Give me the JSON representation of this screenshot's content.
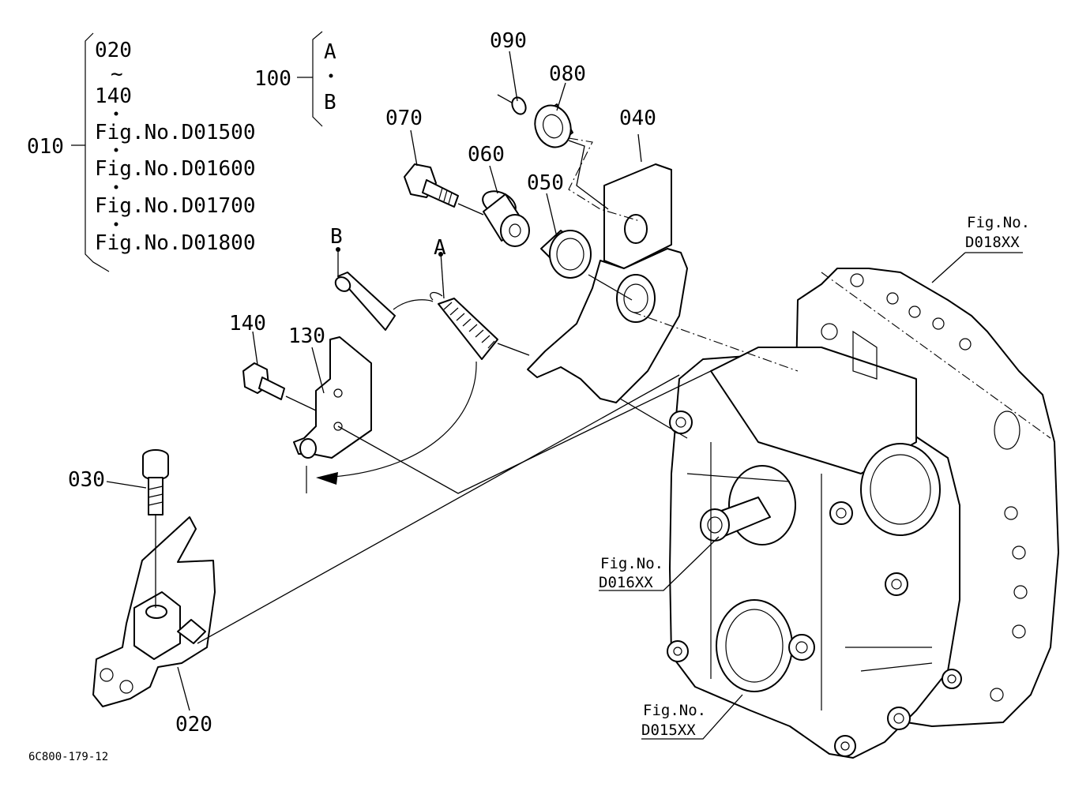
{
  "callouts": {
    "p010": "010",
    "p020_top": "020",
    "tilde": "~",
    "p140_top": "140",
    "fig_d01500": "Fig.No.D01500",
    "fig_d01600": "Fig.No.D01600",
    "fig_d01700": "Fig.No.D01700",
    "fig_d01800": "Fig.No.D01800",
    "p100": "100",
    "set_a": "A",
    "set_b": "B",
    "p090": "090",
    "p080": "080",
    "p070": "070",
    "p060": "060",
    "p050": "050",
    "p040": "040",
    "p140": "140",
    "p130": "130",
    "p030": "030",
    "p020": "020",
    "marker_a": "A",
    "marker_b": "B"
  },
  "references": {
    "d018_line1": "Fig.No.",
    "d018_line2": "D018XX",
    "d016_line1": "Fig.No.",
    "d016_line2": "D016XX",
    "d015_line1": "Fig.No.",
    "d015_line2": "D015XX"
  },
  "drawing_id": "6C800-179-12"
}
